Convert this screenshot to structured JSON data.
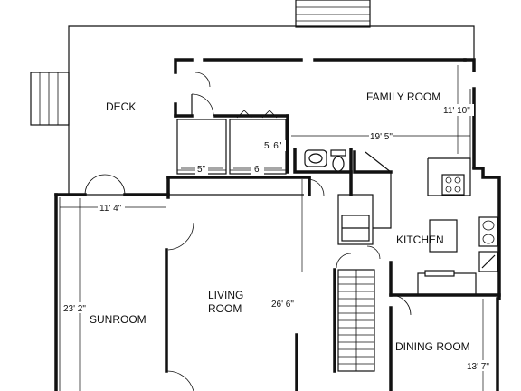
{
  "rooms": {
    "deck": "DECK",
    "family_room": "FAMILY ROOM",
    "sunroom": "SUNROOM",
    "living_room_line1": "LIVING",
    "living_room_line2": "ROOM",
    "kitchen": "KITCHEN",
    "dining_room": "DINING ROOM"
  },
  "dimensions": {
    "family_height": "11' 10\"",
    "family_width": "19' 5\"",
    "closet_height": "5' 6\"",
    "closet_a_width": "5\"",
    "closet_b_width": "6'",
    "sunroom_width": "11' 4\"",
    "sunroom_height": "23' 2\"",
    "living_height": "26' 6\"",
    "dining_height": "13' 7\""
  }
}
